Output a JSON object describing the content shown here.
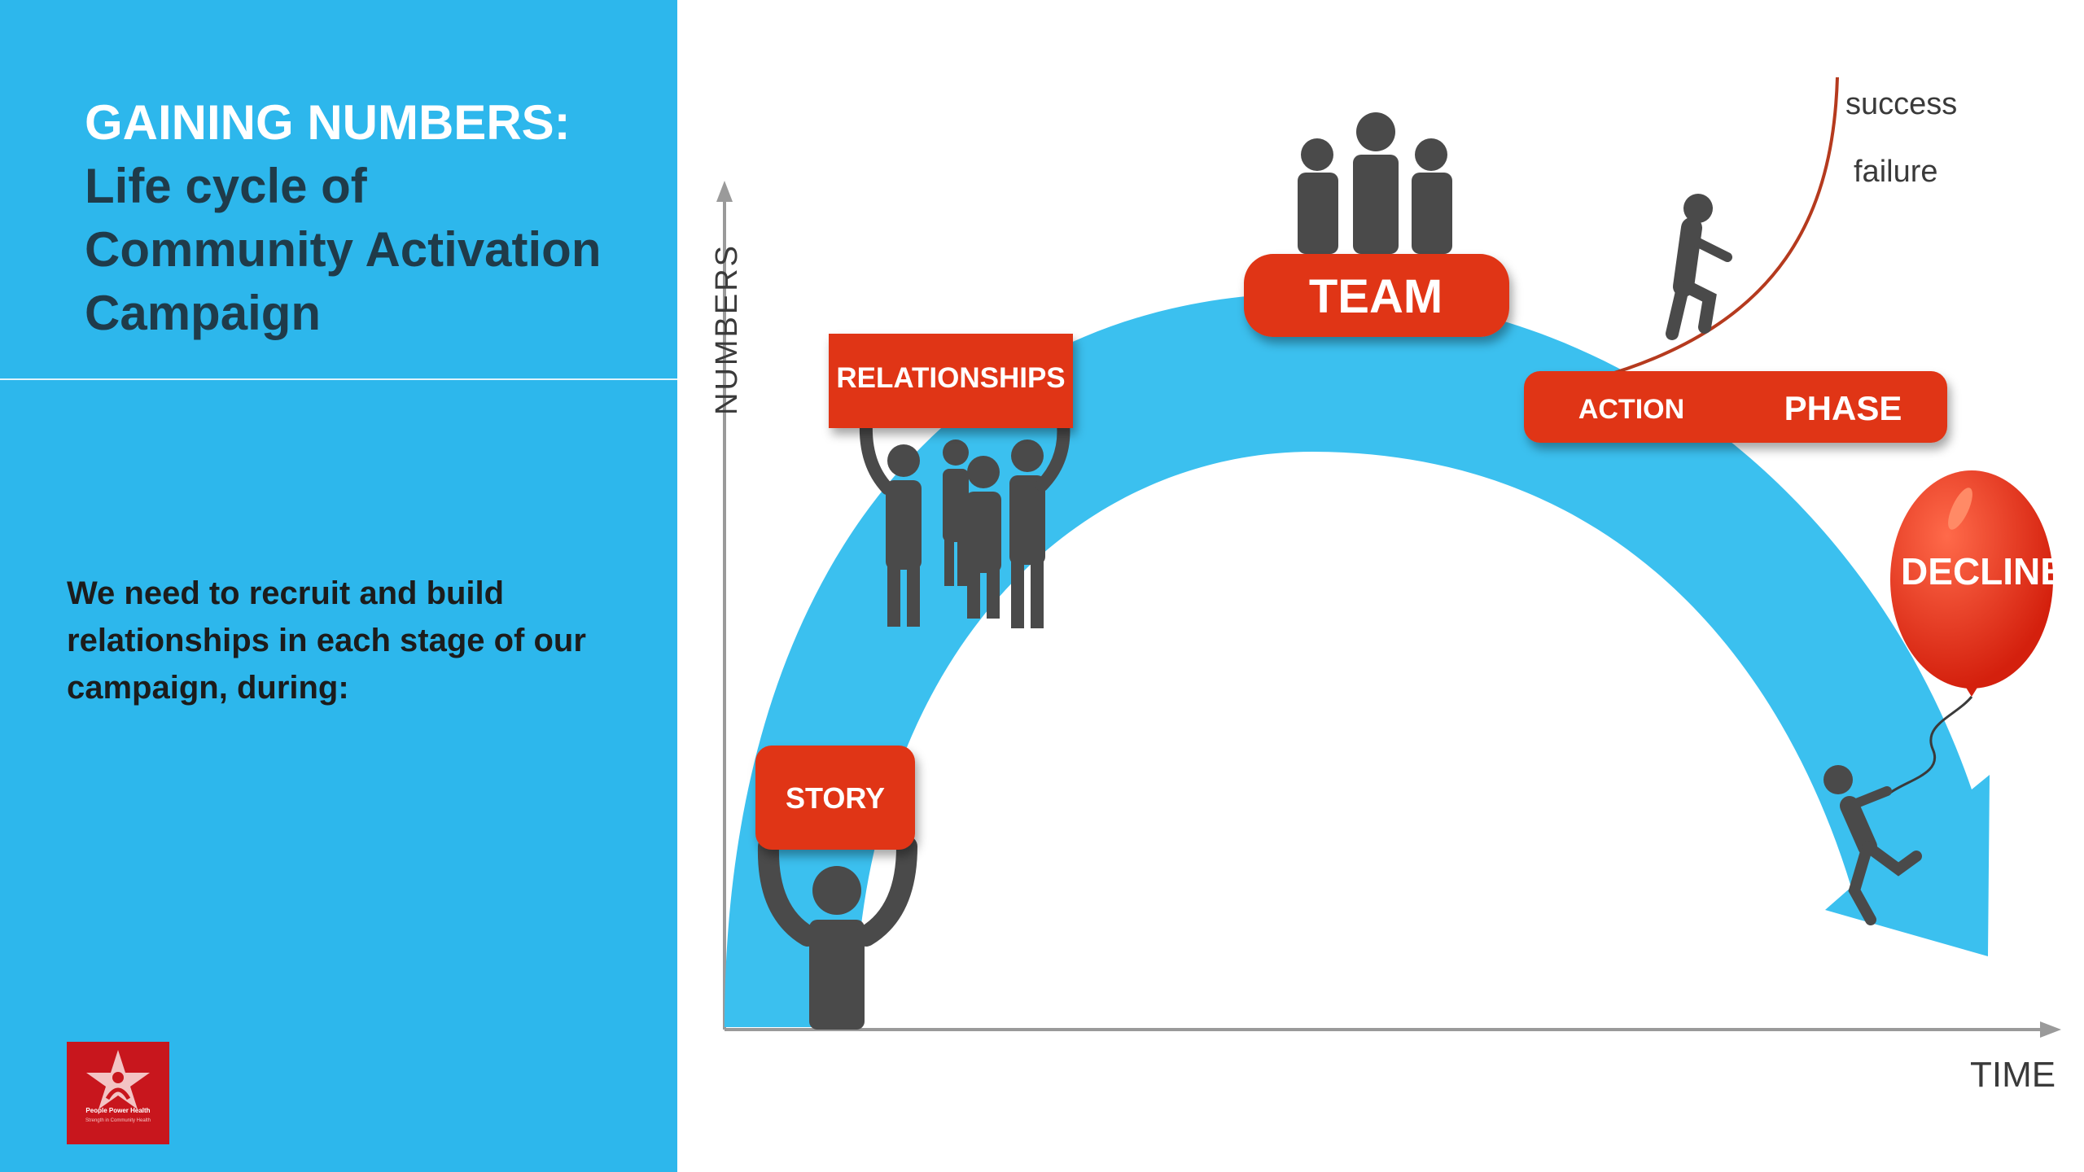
{
  "title": {
    "line1": "GAINING NUMBERS:",
    "line2": "Life cycle of",
    "line3": "Community Activation",
    "line4": "Campaign"
  },
  "body_text": "We need to recruit and build relationships in each stage of our campaign, during:",
  "logo": {
    "name": "People Power Health",
    "tagline": "Strength in Community Health"
  },
  "diagram": {
    "axis_y_label": "NUMBERS",
    "axis_x_label": "TIME",
    "stages": {
      "story": "STORY",
      "relationships": "RELATIONSHIPS",
      "team": "TEAM",
      "action": "ACTION",
      "phase": "PHASE",
      "decline": "DECLINE"
    },
    "outcomes": {
      "success": "success",
      "failure": "failure"
    }
  },
  "colors": {
    "panel_blue": "#2db7ec",
    "arc_blue": "#3bc0ef",
    "label_red": "#e03412",
    "figure_gray": "#4a4a4a",
    "logo_red": "#c8161d"
  }
}
